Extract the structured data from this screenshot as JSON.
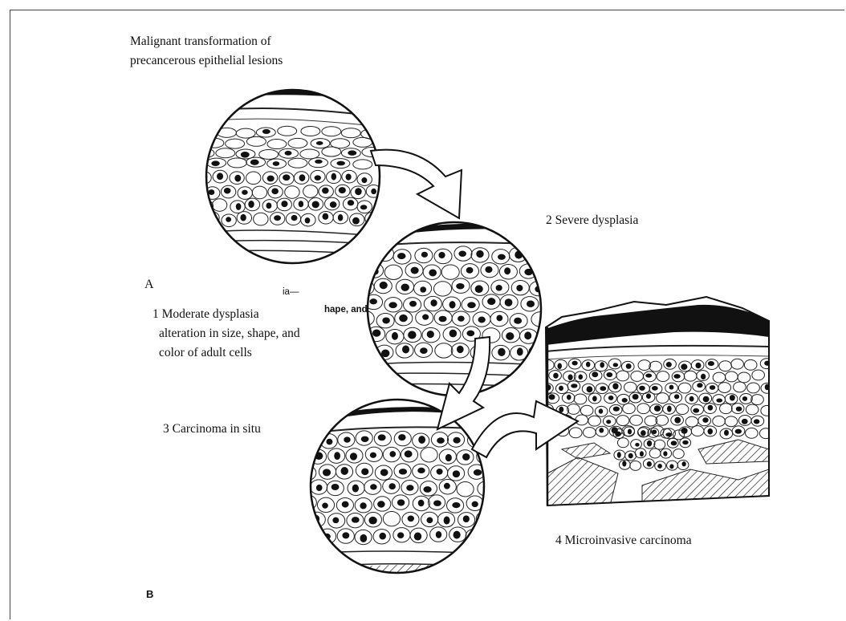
{
  "figure": {
    "title_line1": "Malignant transformation of",
    "title_line2": "precancerous epithelial lesions",
    "panel_a": "A",
    "panel_b": "B",
    "overprint_top": "ia—",
    "overprint_bottom": "hape, and",
    "stage1_line1": "1 Moderate dysplasia",
    "stage1_line2": "alteration in size, shape, and",
    "stage1_line3": "color of adult cells",
    "stage2": "2 Severe dysplasia",
    "stage3": "3 Carcinoma in situ",
    "stage4": "4 Microinvasive carcinoma"
  },
  "illustrations": [
    {
      "name": "moderate-dysplasia-circle",
      "icon": "tissue-circle-icon"
    },
    {
      "name": "severe-dysplasia-circle",
      "icon": "tissue-circle-icon"
    },
    {
      "name": "carcinoma-in-situ-circle",
      "icon": "tissue-circle-icon"
    },
    {
      "name": "microinvasive-carcinoma-block",
      "icon": "tissue-block-icon"
    }
  ],
  "arrows": [
    {
      "from": "1 Moderate dysplasia",
      "to": "2 Severe dysplasia",
      "icon": "curved-arrow-icon"
    },
    {
      "from": "2 Severe dysplasia",
      "to": "3 Carcinoma in situ",
      "icon": "curved-arrow-icon"
    },
    {
      "from": "3 Carcinoma in situ",
      "to": "4 Microinvasive carcinoma",
      "icon": "curved-arrow-icon"
    }
  ]
}
